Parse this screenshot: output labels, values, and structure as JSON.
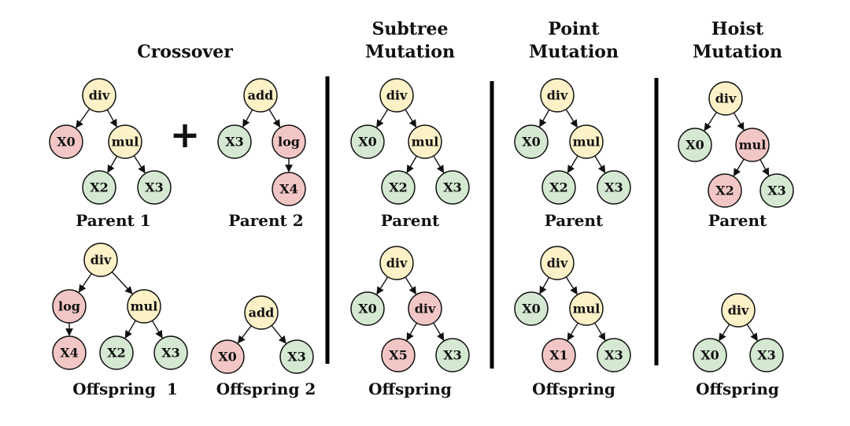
{
  "colors": {
    "yellow": "#fdf1c7",
    "red": "#f3c6c6",
    "green": "#d4e8d2",
    "stroke": "#111111"
  },
  "sections": [
    {
      "heading": [
        "Crossover"
      ],
      "plus": "+",
      "trees": [
        {
          "label": "Parent 1",
          "nodes": [
            {
              "id": "a",
              "text": "div",
              "color": "yellow"
            },
            {
              "id": "b",
              "text": "X0",
              "color": "red"
            },
            {
              "id": "c",
              "text": "mul",
              "color": "yellow"
            },
            {
              "id": "d",
              "text": "X2",
              "color": "green"
            },
            {
              "id": "e",
              "text": "X3",
              "color": "green"
            }
          ],
          "edges": [
            [
              "a",
              "b"
            ],
            [
              "a",
              "c"
            ],
            [
              "c",
              "d"
            ],
            [
              "c",
              "e"
            ]
          ]
        },
        {
          "label": "Parent 2",
          "nodes": [
            {
              "id": "a",
              "text": "add",
              "color": "yellow"
            },
            {
              "id": "b",
              "text": "X3",
              "color": "green"
            },
            {
              "id": "c",
              "text": "log",
              "color": "red"
            },
            {
              "id": "d",
              "text": "X4",
              "color": "red"
            }
          ],
          "edges": [
            [
              "a",
              "b"
            ],
            [
              "a",
              "c"
            ],
            [
              "c",
              "d"
            ]
          ]
        },
        {
          "label": "Offspring  1",
          "nodes": [
            {
              "id": "a",
              "text": "div",
              "color": "yellow"
            },
            {
              "id": "b",
              "text": "log",
              "color": "red"
            },
            {
              "id": "c",
              "text": "mul",
              "color": "yellow"
            },
            {
              "id": "d",
              "text": "X4",
              "color": "red"
            },
            {
              "id": "e",
              "text": "X2",
              "color": "green"
            },
            {
              "id": "f",
              "text": "X3",
              "color": "green"
            }
          ],
          "edges": [
            [
              "a",
              "b"
            ],
            [
              "a",
              "c"
            ],
            [
              "b",
              "d"
            ],
            [
              "c",
              "e"
            ],
            [
              "c",
              "f"
            ]
          ]
        },
        {
          "label": "Offspring 2",
          "nodes": [
            {
              "id": "a",
              "text": "add",
              "color": "yellow"
            },
            {
              "id": "b",
              "text": "X0",
              "color": "red"
            },
            {
              "id": "c",
              "text": "X3",
              "color": "green"
            }
          ],
          "edges": [
            [
              "a",
              "b"
            ],
            [
              "a",
              "c"
            ]
          ]
        }
      ]
    },
    {
      "heading": [
        "Subtree",
        "Mutation"
      ],
      "trees": [
        {
          "label": "Parent",
          "nodes": [
            {
              "id": "a",
              "text": "div",
              "color": "yellow"
            },
            {
              "id": "b",
              "text": "X0",
              "color": "green"
            },
            {
              "id": "c",
              "text": "mul",
              "color": "yellow"
            },
            {
              "id": "d",
              "text": "X2",
              "color": "green"
            },
            {
              "id": "e",
              "text": "X3",
              "color": "green"
            }
          ],
          "edges": [
            [
              "a",
              "b"
            ],
            [
              "a",
              "c"
            ],
            [
              "c",
              "d"
            ],
            [
              "c",
              "e"
            ]
          ]
        },
        {
          "label": "Offspring",
          "nodes": [
            {
              "id": "a",
              "text": "div",
              "color": "yellow"
            },
            {
              "id": "b",
              "text": "X0",
              "color": "green"
            },
            {
              "id": "c",
              "text": "div",
              "color": "red"
            },
            {
              "id": "d",
              "text": "X5",
              "color": "red"
            },
            {
              "id": "e",
              "text": "X3",
              "color": "green"
            }
          ],
          "edges": [
            [
              "a",
              "b"
            ],
            [
              "a",
              "c"
            ],
            [
              "c",
              "d"
            ],
            [
              "c",
              "e"
            ]
          ]
        }
      ]
    },
    {
      "heading": [
        "Point",
        "Mutation"
      ],
      "trees": [
        {
          "label": "Parent",
          "nodes": [
            {
              "id": "a",
              "text": "div",
              "color": "yellow"
            },
            {
              "id": "b",
              "text": "X0",
              "color": "green"
            },
            {
              "id": "c",
              "text": "mul",
              "color": "yellow"
            },
            {
              "id": "d",
              "text": "X2",
              "color": "green"
            },
            {
              "id": "e",
              "text": "X3",
              "color": "green"
            }
          ],
          "edges": [
            [
              "a",
              "b"
            ],
            [
              "a",
              "c"
            ],
            [
              "c",
              "d"
            ],
            [
              "c",
              "e"
            ]
          ]
        },
        {
          "label": "Offspring",
          "nodes": [
            {
              "id": "a",
              "text": "div",
              "color": "yellow"
            },
            {
              "id": "b",
              "text": "X0",
              "color": "green"
            },
            {
              "id": "c",
              "text": "mul",
              "color": "yellow"
            },
            {
              "id": "d",
              "text": "X1",
              "color": "red"
            },
            {
              "id": "e",
              "text": "X3",
              "color": "green"
            }
          ],
          "edges": [
            [
              "a",
              "b"
            ],
            [
              "a",
              "c"
            ],
            [
              "c",
              "d"
            ],
            [
              "c",
              "e"
            ]
          ]
        }
      ]
    },
    {
      "heading": [
        "Hoist",
        "Mutation"
      ],
      "trees": [
        {
          "label": "Parent",
          "nodes": [
            {
              "id": "a",
              "text": "div",
              "color": "yellow"
            },
            {
              "id": "b",
              "text": "X0",
              "color": "green"
            },
            {
              "id": "c",
              "text": "mul",
              "color": "red"
            },
            {
              "id": "d",
              "text": "X2",
              "color": "red"
            },
            {
              "id": "e",
              "text": "X3",
              "color": "green"
            }
          ],
          "edges": [
            [
              "a",
              "b"
            ],
            [
              "a",
              "c"
            ],
            [
              "c",
              "d"
            ],
            [
              "c",
              "e"
            ]
          ]
        },
        {
          "label": "Offspring",
          "nodes": [
            {
              "id": "a",
              "text": "div",
              "color": "yellow"
            },
            {
              "id": "b",
              "text": "X0",
              "color": "green"
            },
            {
              "id": "c",
              "text": "X3",
              "color": "green"
            }
          ],
          "edges": [
            [
              "a",
              "b"
            ],
            [
              "a",
              "c"
            ]
          ]
        }
      ]
    }
  ]
}
